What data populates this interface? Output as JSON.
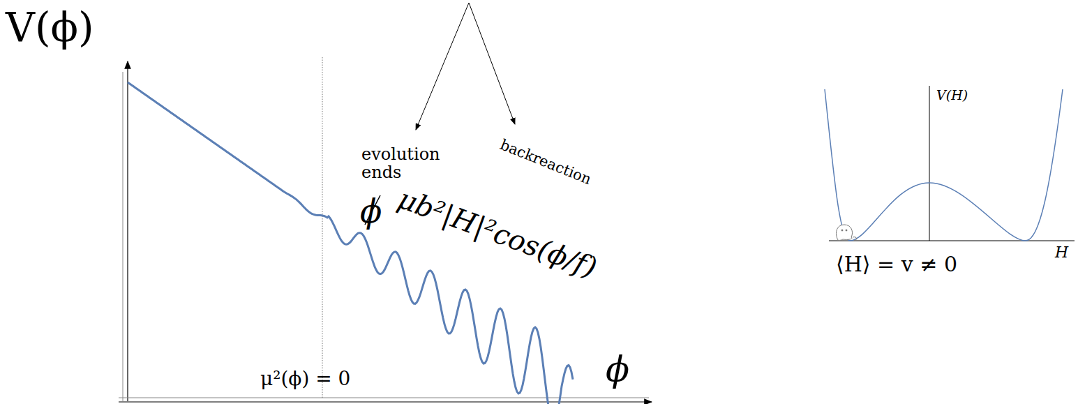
{
  "diagram": {
    "labels": [
      "V(ϕ)",
      "evolution ends",
      "backreaction",
      "μb²|H|²cos(ϕ/f)",
      "ϕ",
      "μ²(ϕ) = 0",
      "ϕ",
      "V(H)",
      "H",
      "⟨H⟩ = v ≠ 0"
    ]
  }
}
